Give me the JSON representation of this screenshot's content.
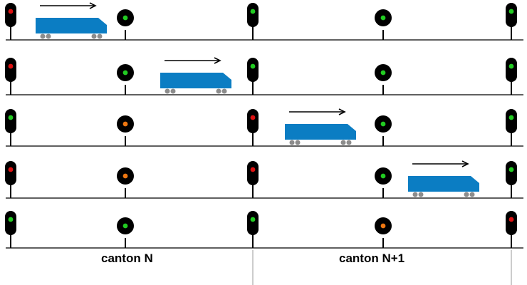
{
  "colors": {
    "rail": "#000000",
    "signal_body": "#000000",
    "train_body": "#0b7dc3",
    "wheel": "#8c8c8c",
    "arrow": "#000000",
    "divider": "#999999",
    "aspect": {
      "green": "#22cc22",
      "red": "#dd1111",
      "orange": "#ee7711"
    }
  },
  "canton_labels": {
    "n": "canton N",
    "n_plus_1": "canton N+1"
  },
  "rows": [
    {
      "train_position": "canton N, first half",
      "signals": {
        "entry_N": "red",
        "mid_N": "green",
        "entry_N1": "green",
        "mid_N1": "green",
        "exit_N1": "green"
      }
    },
    {
      "train_position": "canton N, second half",
      "signals": {
        "entry_N": "red",
        "mid_N": "green",
        "entry_N1": "green",
        "mid_N1": "green",
        "exit_N1": "green"
      }
    },
    {
      "train_position": "canton N+1, first half",
      "signals": {
        "entry_N": "green",
        "mid_N": "orange",
        "entry_N1": "red",
        "mid_N1": "green",
        "exit_N1": "green"
      }
    },
    {
      "train_position": "canton N+1, second half",
      "signals": {
        "entry_N": "red",
        "mid_N": "orange",
        "entry_N1": "red",
        "mid_N1": "green",
        "exit_N1": "green"
      }
    },
    {
      "train_position": "none",
      "signals": {
        "entry_N": "green",
        "mid_N": "green",
        "entry_N1": "green",
        "mid_N1": "orange",
        "exit_N1": "red"
      }
    }
  ]
}
